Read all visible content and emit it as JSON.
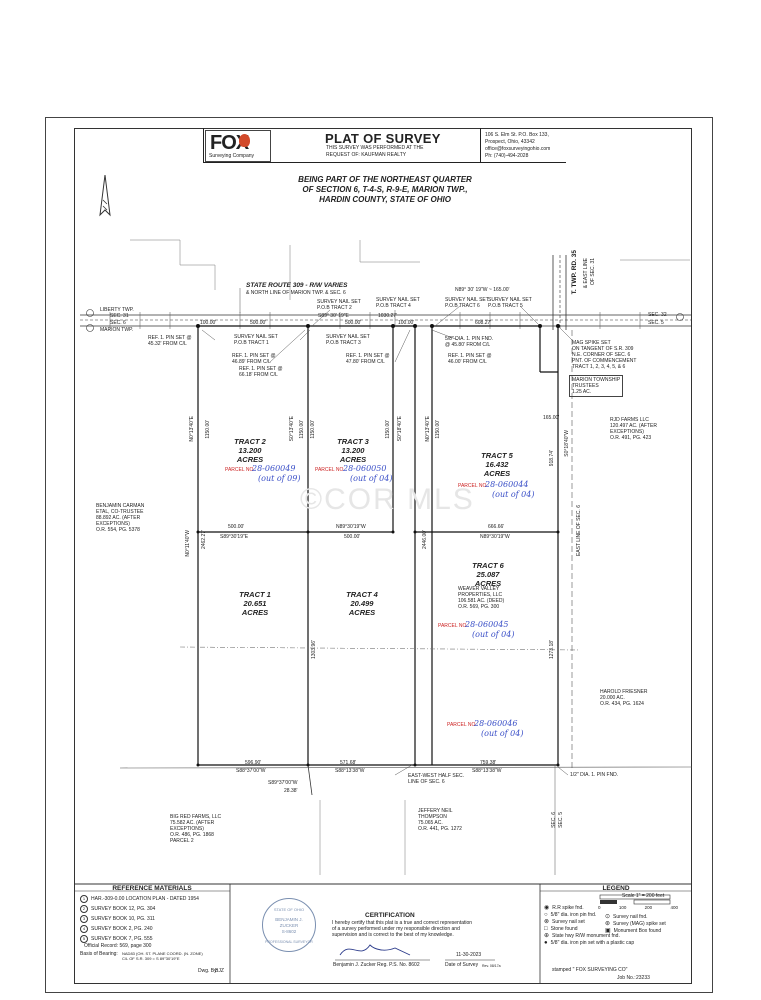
{
  "header": {
    "company": "FOX",
    "company_sub": "Surveying Company",
    "title": "PLAT OF SURVEY",
    "performed_line1": "THIS SURVEY WAS PERFORMED AT THE",
    "performed_line2": "REQUEST OF: KAUFMAN REALTY",
    "address1": "106 S. Elm St. P.O. Box 133,",
    "address2": "Prospect, Ohio, 43342",
    "address3": "office@foxsurveyingohio.com",
    "address4": "Ph: (740)-494-2028"
  },
  "heading": {
    "line1": "BEING PART OF THE NORTHEAST QUARTER",
    "line2": "OF SECTION 6, T-4-S, R-9-E, MARION TWP.,",
    "line3": "HARDIN COUNTY, STATE OF OHIO"
  },
  "road": {
    "state_route_1": "STATE ROUTE 309 - R/W VARIES",
    "state_route_2": "& NORTH LINE OF MARION TWP. & SEC. 6",
    "liberty": "LIBERTY TWP.",
    "marion": "MARION TWP.",
    "sec31": "SEC. 31",
    "sec6": "SEC. 6",
    "sec32": "SEC. 32",
    "sec5": "SEC. 5",
    "twp_rd": "T. TWP. RD. 35",
    "east_line": "& EAST LINE",
    "of_sec": "OF SEC. 31"
  },
  "dims": {
    "d100a": "100.00'",
    "d500a": "500.00'",
    "bearing_top": "S89° 30' 19\"E",
    "d500b": "500.00'",
    "d100b": "100.00'",
    "d1030": "1030.27'",
    "d60827": "608.27'",
    "bearing_ne": "N89° 30' 19\"W ~ 165.00'",
    "d165": "165.00'",
    "d1150a": "1150.00'",
    "d1150b": "1150.00'",
    "d1150c": "1150.00'",
    "d1150d": "1150.00'",
    "d1150e": "1150.00'",
    "d500c": "500.00'",
    "bearing_mid1": "S89°30'19\"E",
    "bearing_mid2": "N89°30'19\"W",
    "d500d": "500.00'",
    "d66666": "666.66'",
    "bearing_mid3": "N89°30'19\"W",
    "d2462": "2462.27'",
    "d2446": "2446.00'",
    "d91874": "918.74'",
    "d1273": "1273.18'",
    "d1303": "1303.96'",
    "d59690": "596.90'",
    "bearing_bot1": "S88°37'00\"W",
    "d57168": "571.68'",
    "bearing_bot2": "S88°13'38\"W",
    "d75938": "759.38'",
    "bearing_bot3": "S88°13'38\"W",
    "bearing_small": "S89°37'00\"W",
    "d2838": "28.38'",
    "n_bear1": "N0°13'40\"E",
    "n_bear2": "S0°13'40\"E",
    "n_bear3": "S0°18'40\"E",
    "n_bear4": "N0°13'40\"E",
    "n_bear5": "S0°18'40\"W",
    "n_bear6": "N0°11'40\"W"
  },
  "tracts": [
    {
      "name": "TRACT 2",
      "area": "13.200",
      "unit": "ACRES"
    },
    {
      "name": "TRACT 3",
      "area": "13.200",
      "unit": "ACRES"
    },
    {
      "name": "TRACT 5",
      "area": "16.432",
      "unit": "ACRES"
    },
    {
      "name": "TRACT 1",
      "area": "20.651",
      "unit": "ACRES"
    },
    {
      "name": "TRACT 4",
      "area": "20.499",
      "unit": "ACRES"
    },
    {
      "name": "TRACT 6",
      "area": "25.087",
      "unit": "ACRES"
    }
  ],
  "parcels": {
    "label": "PARCEL NO.",
    "p1": "28-060049",
    "p1b": "(out of 09)",
    "p2": "28-060050",
    "p2b": "(out of 04)",
    "p3": "28-060044",
    "p3b": "(out of 04)",
    "p4": "28-060045",
    "p4b": "(out of 04)",
    "p5": "28-060046",
    "p5b": "(out of 04)"
  },
  "owners": {
    "carman": [
      "BENJAMIN CARMAN",
      "ETAL, CO-TRUSTEE",
      "88.892 AC. (AFTER",
      "EXCEPTIONS)",
      "O.R. 554, PG. 5378"
    ],
    "rjd": [
      "RJD FARMS LLC",
      "120.497 AC. (AFTER",
      "EXCEPTIONS)",
      "O.R. 491, PG. 423"
    ],
    "weaver": [
      "WEAVER VALLEY",
      "PROPERTIES, LLC",
      "106.581 AC. (DEED)",
      "O.R. 569, PG. 300"
    ],
    "friesner": [
      "HAROLD FRIESNER",
      "20.000 AC.",
      "O.R. 434, PG. 1624"
    ],
    "bigred": [
      "BIG RED FARMS, LLC",
      "75.582 AC. (AFTER",
      "EXCEPTIONS)",
      "O.R. 486, PG. 1868",
      "PARCEL 2"
    ],
    "thompson": [
      "JEFFERY NEIL",
      "THOMPSON",
      "75.065 AC.",
      "O.R. 441, PG. 1272"
    ],
    "trustees": [
      "MARION TOWNSHIP",
      "TRUSTEES",
      "1.25 AC."
    ]
  },
  "notes": {
    "sn1": "SURVEY NAIL SET",
    "sn1b": "P.O.B TRACT 2",
    "sn2": "SURVEY NAIL SET",
    "sn2b": "P.O.B TRACT 1",
    "sn3": "SURVEY NAIL SET",
    "sn3b": "P.O.B TRACT 4",
    "sn4": "SURVEY NAIL SET",
    "sn4b": "P.O.B TRACT 6",
    "sn5": "SURVEY NAIL SET",
    "sn5b": "P.O.B TRACT 3",
    "sn6": "SURVEY NAIL SET",
    "sn6b": "P.O.B TRACT 5",
    "ref1": "REF. 1. PIN SET @",
    "ref1b": "45.32' FROM C/L",
    "ref2": "REF. 1. PIN SET @",
    "ref2b": "46.89' FROM C/L",
    "ref3": "REF. 1. PIN SET @",
    "ref3b": "66.18' FROM C/L",
    "ref4": "REF. 1. PIN SET @",
    "ref4b": "47.80' FROM C/L",
    "ref5": "5/8\" DIA. 1. PIN FND.",
    "ref5b": "@ 45.80' FROM C/L",
    "ref6": "REF. 1. PIN SET @",
    "ref6b": "46.00' FROM C/L",
    "mag": [
      "MAG SPIKE SET",
      "ON TANGENT OF S.R. 309",
      "N.E. CORNER OF SEC. 6",
      "PNT. OF COMMENCEMENT",
      "TRACT 1, 2, 3, 4, 5, & 6"
    ],
    "ew1": "EAST-WEST HALF SEC.",
    "ew2": "LINE OF SEC. 6",
    "eastline": "EAST LINE OF SEC. 6",
    "pin_fnd": "1/2\" DIA. 1. PIN FND.",
    "sec6": "SEC. 6",
    "sec5": "SEC. 5"
  },
  "watermark": "©COR MLS",
  "reference": {
    "title": "REFERENCE MATERIALS",
    "items": [
      {
        "n": "1",
        "text": "HAR.-309-0.00 LOCATION PLAN - DATED 1954"
      },
      {
        "n": "2",
        "text": "SURVEY BOOK 12, PG. 304"
      },
      {
        "n": "3",
        "text": "SURVEY BOOK 10, PG. 311"
      },
      {
        "n": "4",
        "text": "SURVEY BOOK 2, PG. 240"
      },
      {
        "n": "5",
        "text": "SURVEY BOOK 7, PG. 555"
      }
    ],
    "official": "Official Record: 569, page 300",
    "basis": "Basis of Bearing:",
    "basis1": "NAD83 (OH. ST. PLANE COORD. (N. ZONE)",
    "basis2": "C/L OF S.R. 309 = S 89°30'19\"E",
    "drawn": "Dwg. By:",
    "drawn_by": "BJZ"
  },
  "certification": {
    "title": "CERTIFICATION",
    "text1": "I hereby certify that this plat is a true and correct representation",
    "text2": "of a survey performed under my responsible direction and",
    "text3": "supervision and is correct to the best of my knowledge.",
    "seal1": "STATE OF OHIO",
    "seal2": "BENJAMIN J.",
    "seal3": "ZUCKER",
    "seal4": "S-8602",
    "seal5": "PROFESSIONAL SURVEYOR",
    "signer": "Benjamin J. Zucker  Reg. P.S. No. 8602",
    "date": "11-30-2023",
    "date_label": "Date of Survey",
    "rev": "Rev. 08/17a"
  },
  "legend": {
    "title": "LEGEND",
    "scale": "Scale 1\" = 200 feet",
    "scale_ticks": [
      "0",
      "100",
      "200",
      "400"
    ],
    "items_left": [
      "R.R spike fnd.",
      "5/8\" dia. iron pin fnd.",
      "Survey nail set",
      "Stone found",
      "State hwy R/W monument fnd.",
      "5/8\" dia. iron pin set with a plastic cap"
    ],
    "items_right": [
      "Survey nail fnd.",
      "Survey (MAG) spike set",
      "Monument Box found"
    ],
    "stamped": "stamped \" FOX SURVEYING CO\"",
    "job": "Job No.:",
    "job_no": "23233"
  }
}
